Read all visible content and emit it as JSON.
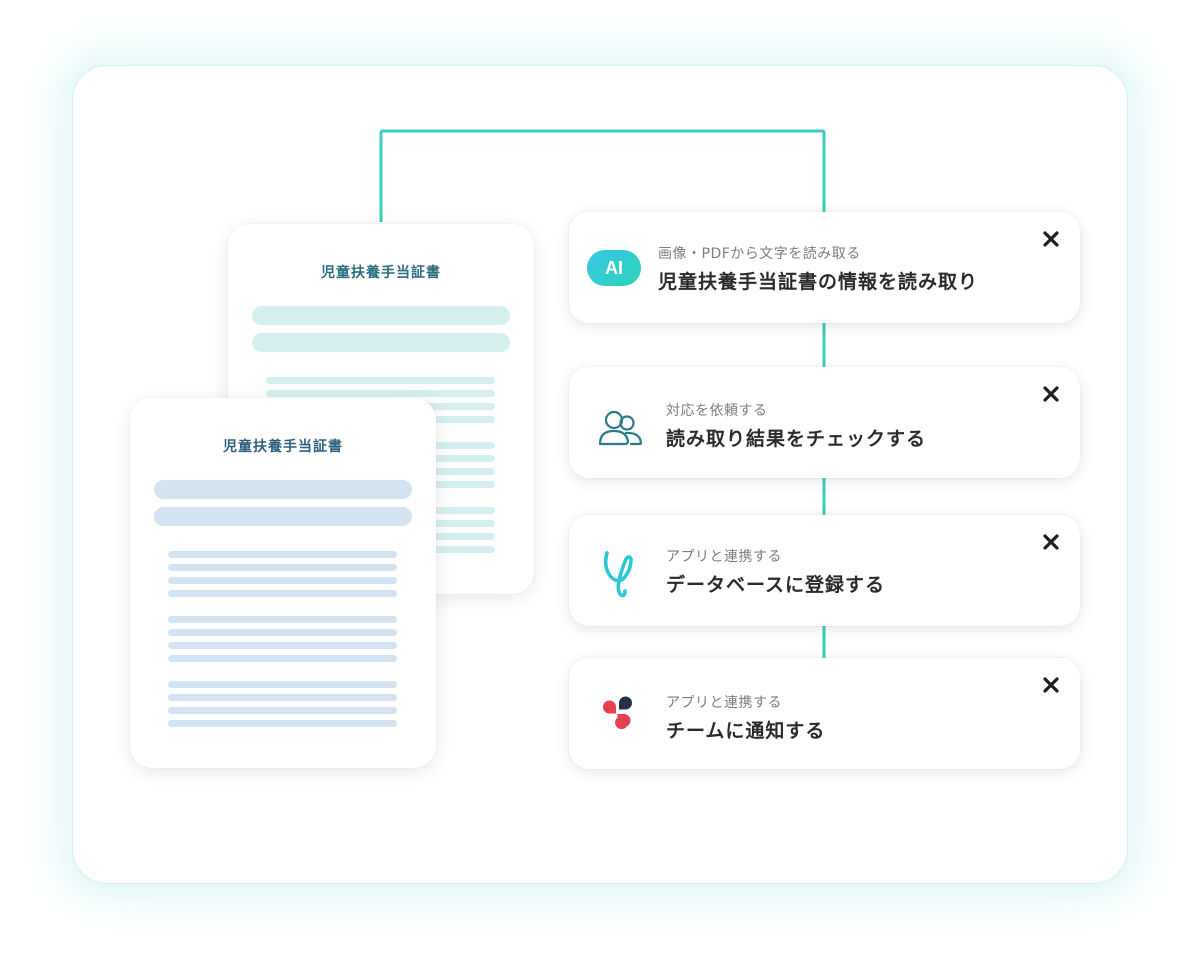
{
  "documents": {
    "back": {
      "title": "児童扶養手当証書"
    },
    "front": {
      "title": "児童扶養手当証書"
    }
  },
  "colors": {
    "accent": "#3dcdc1",
    "doc_back_bar": "#d6efef",
    "doc_front_bar": "#d3e3f2",
    "close_icon": "#1e1e1e"
  },
  "steps": [
    {
      "icon": "ai-icon",
      "icon_text": "AI",
      "subtitle": "画像・PDFから文字を読み取る",
      "title": "児童扶養手当証書の情報を読み取り"
    },
    {
      "icon": "people-icon",
      "subtitle": "対応を依頼する",
      "title": "読み取り結果をチェックする"
    },
    {
      "icon": "database-app-icon",
      "subtitle": "アプリと連携する",
      "title": "データベースに登録する"
    },
    {
      "icon": "chat-app-icon",
      "subtitle": "アプリと連携する",
      "title": "チームに通知する"
    }
  ]
}
